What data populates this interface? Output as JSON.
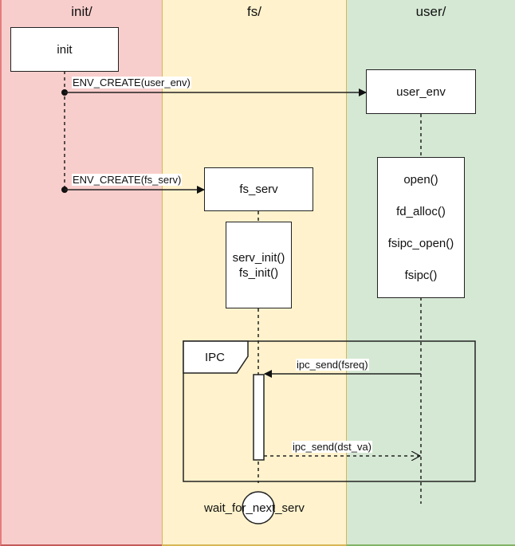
{
  "lanes": [
    {
      "id": "init",
      "title": "init/",
      "color": "#f8cecc"
    },
    {
      "id": "fs",
      "title": "fs/",
      "color": "#fff2cc"
    },
    {
      "id": "user",
      "title": "user/",
      "color": "#d5e8d4"
    }
  ],
  "participants": {
    "init": "init",
    "user_env": "user_env",
    "fs_serv": "fs_serv"
  },
  "activations": {
    "fs_serv_init": [
      "serv_init()",
      "fs_init()"
    ],
    "user_env_calls": [
      "open()",
      "fd_alloc()",
      "fsipc_open()",
      "fsipc()"
    ]
  },
  "messages": [
    {
      "from": "init",
      "to": "user_env",
      "label": "ENV_CREATE(user_env)",
      "style": "solid"
    },
    {
      "from": "init",
      "to": "fs_serv",
      "label": "ENV_CREATE(fs_serv)",
      "style": "solid"
    },
    {
      "from": "user_env",
      "to": "fs_serv",
      "label": "ipc_send(fsreq)",
      "style": "solid"
    },
    {
      "from": "fs_serv",
      "to": "user_env",
      "label": "ipc_send(dst_va)",
      "style": "dashed"
    }
  ],
  "fragment": {
    "title": "IPC"
  },
  "terminal": {
    "label": "wait_for_next_serv"
  }
}
